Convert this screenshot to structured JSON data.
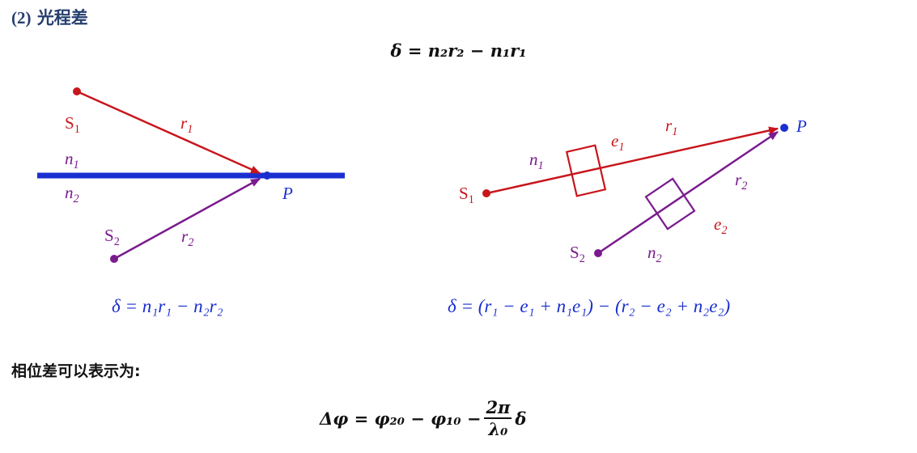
{
  "section": {
    "number": "(2)",
    "title": "光程差"
  },
  "equation_top": "δ = n₂r₂ − n₁r₁",
  "left_figure": {
    "s1": "S",
    "s1_sub": "1",
    "s2": "S",
    "s2_sub": "2",
    "r1": "r",
    "r1_sub": "1",
    "r2": "r",
    "r2_sub": "2",
    "n1": "n",
    "n1_sub": "1",
    "n2": "n",
    "n2_sub": "2",
    "p": "P",
    "caption": "δ = n₁r₁ − n₂r₂"
  },
  "right_figure": {
    "s1": "S",
    "s1_sub": "1",
    "s2": "S",
    "s2_sub": "2",
    "r1": "r",
    "r1_sub": "1",
    "r2": "r",
    "r2_sub": "2",
    "n1": "n",
    "n1_sub": "1",
    "n2": "n",
    "n2_sub": "2",
    "e1": "e",
    "e1_sub": "1",
    "e2": "e",
    "e2_sub": "2",
    "p": "P",
    "caption": "δ = (r₁ − e₁ + n₁e₁) − (r₂ − e₂ + n₂e₂)"
  },
  "phase_section": {
    "title": "相位差可以表示为:",
    "lhs": "Δφ = φ₂₀ − φ₁₀ −",
    "frac_num": "2π",
    "frac_den": "λ₀",
    "tail": "δ"
  },
  "colors": {
    "heading": "#253e6e",
    "red_ray": "#c8161d",
    "purple_ray": "#7a1b8e",
    "interface": "#1a2fd0"
  }
}
